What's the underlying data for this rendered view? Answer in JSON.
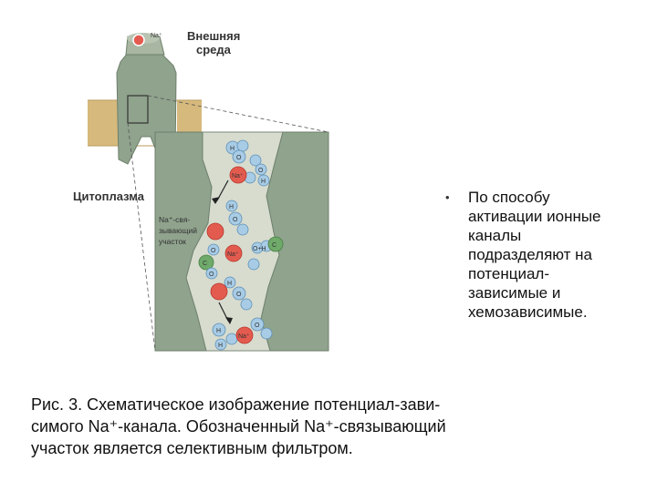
{
  "figure": {
    "outer_label_line1": "Внешняя",
    "outer_label_line2": "среда",
    "cytoplasm_label": "Цитоплазма",
    "na_top": "Na⁺",
    "site_line1": "Na⁺-свя-",
    "site_line2": "зывающий",
    "site_line3": "участок",
    "na_ion": "Na⁺",
    "atom_h": "H",
    "atom_o": "O",
    "atom_c": "C",
    "atom_oh": "O+H"
  },
  "bullet": {
    "marker": "•",
    "text": "По способу\nактивации ионные\nканалы\nподразделяют на\nпотенциал-\nзависимые и\nхемозависимые."
  },
  "caption": {
    "line1": "Рис. 3. Схематическое изображение потенциал-зави-",
    "line2": "симого Na⁺-канала. Обозначенный Na⁺-связывающий",
    "line3": "участок является селективным фильтром."
  },
  "colors": {
    "channel_green": "#8fa38d",
    "membrane_tan": "#d4b77a",
    "sodium_red": "#e35b4f",
    "water_blue": "#a8cce6",
    "carbonyl_green": "#6faa6a",
    "panel_bg": "#d7dccf"
  }
}
